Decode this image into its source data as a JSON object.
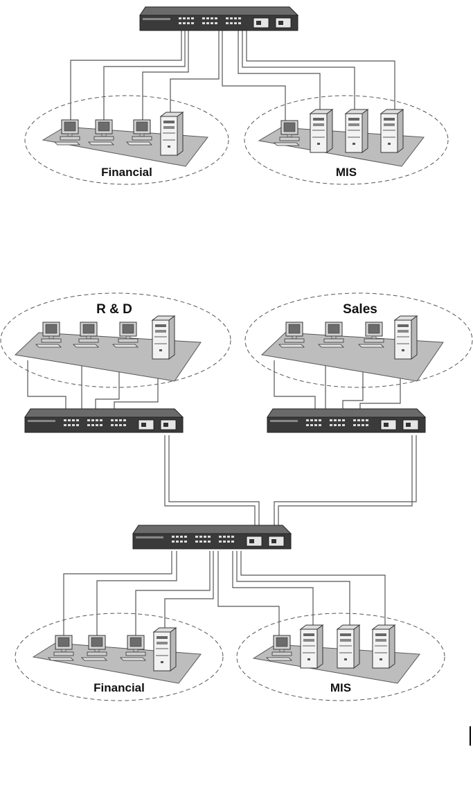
{
  "diagram_1": {
    "groups": [
      {
        "label": "Financial"
      },
      {
        "label": "MIS"
      }
    ]
  },
  "diagram_2": {
    "groups": [
      {
        "label": "R & D"
      },
      {
        "label": "Sales"
      },
      {
        "label": "Financial"
      },
      {
        "label": "MIS"
      }
    ]
  }
}
